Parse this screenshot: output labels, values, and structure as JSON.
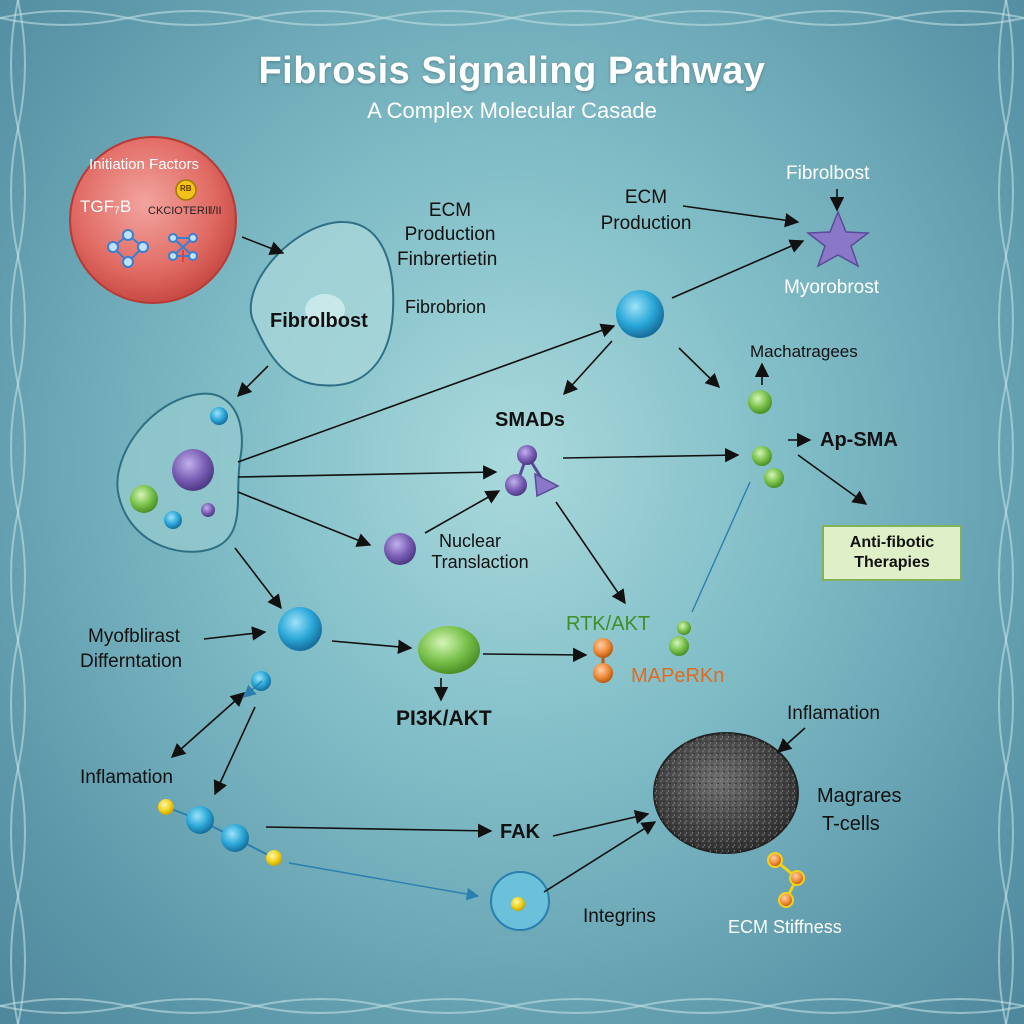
{
  "header": {
    "title": "Fibrosis Signaling Pathway",
    "subtitle": "A Complex Molecular Casade"
  },
  "initiation": {
    "title": "Initiation Factors",
    "tgf": "TGF₇B",
    "cytokine": "CKCIOTERI‖/II",
    "badge": "RB"
  },
  "labels": {
    "ecm_production_1": "ECM",
    "ecm_production_2": "Production",
    "finbrertietin": "Finbrertietin",
    "fibrobrion": "Fibrobrion",
    "fibroblast_cell": "Fibrolbost",
    "ecm_right_1": "ECM",
    "ecm_right_2": "Production",
    "fibroblast_top": "Fibrolbost",
    "myorobrost": "Myorobrost",
    "machatragees": "Machatragees",
    "smads": "SMADs",
    "ap_sma": "Ap-SMA",
    "nuclear_1": "Nuclear",
    "nuclear_2": "Translaction",
    "therapies_1": "Anti-fibotic",
    "therapies_2": "Therapies",
    "myofib_1": "Myofblirast",
    "myofib_2": "Differntation",
    "rtk_akt": "RTK/AKT",
    "mapk": "MAPeRKn",
    "pi3k": "PI3K/AKT",
    "inflamation_left": "Inflamation",
    "inflamation_right": "Inflamation",
    "fak": "FAK",
    "macrophages_1": "Magrares",
    "macrophages_2": "T-cells",
    "integrins": "Integrins",
    "ecm_stiffness": "ECM Stiffness"
  },
  "colors": {
    "arrow": "#111111",
    "initiation_fill": "#d9534f",
    "blue_node": "#2aa7d8",
    "purple_node": "#7a5fb5",
    "green_node": "#78c14a",
    "orange_node": "#ee8a3a",
    "yellow_node": "#f2d21b",
    "rtk_text": "#3f8f28",
    "mapk_text": "#e26a1e",
    "star": "#8a77c7"
  }
}
